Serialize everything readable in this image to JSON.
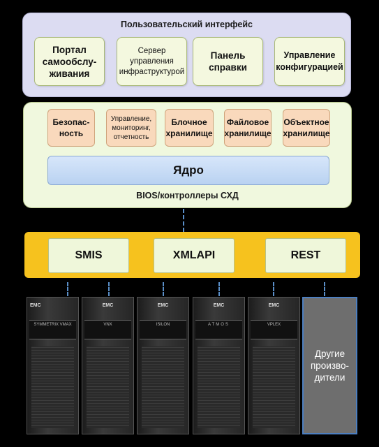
{
  "ui_layer": {
    "title": "Пользовательский интерфейс",
    "items": [
      {
        "line1": "Портал",
        "line2": "самообслу-",
        "line3": "живания"
      },
      {
        "line1": "Сервер",
        "line2": "управления",
        "line3": "инфраструктурой"
      },
      {
        "line1": "Панель",
        "line2": "справки",
        "line3": ""
      },
      {
        "line1": "Управление",
        "line2": "конфигурацией",
        "line3": ""
      }
    ]
  },
  "core_layer": {
    "services": [
      {
        "line1": "Безопас-",
        "line2": "ность",
        "line3": ""
      },
      {
        "line1": "Управление,",
        "line2": "мониторинг,",
        "line3": "отчетность"
      },
      {
        "line1": "Блочное",
        "line2": "хранилище",
        "line3": ""
      },
      {
        "line1": "Файловое",
        "line2": "хранилище",
        "line3": ""
      },
      {
        "line1": "Объектное",
        "line2": "хранилище",
        "line3": ""
      }
    ],
    "kernel": "Ядро",
    "bios": "BIOS/контроллеры СХД"
  },
  "api_layer": {
    "items": [
      "SMIS",
      "XMLAPI",
      "REST"
    ]
  },
  "hardware": {
    "racks": [
      {
        "brand": "EMC",
        "model": "SYMMETRIX VMAX"
      },
      {
        "brand": "EMC",
        "model": "VNX"
      },
      {
        "brand": "EMC",
        "model": "ISILON"
      },
      {
        "brand": "EMC",
        "model": "ATMOS"
      },
      {
        "brand": "EMC",
        "model": "VPLEX"
      }
    ],
    "other_line1": "Другие",
    "other_line2": "произво-",
    "other_line3": "дители"
  },
  "colors": {
    "ui_layer_bg": "#dcdcf2",
    "core_layer_bg": "#f0f8de",
    "service_bg": "#f9d9bc",
    "kernel_bg": "#c8dcf5",
    "api_layer_bg": "#f6c21e",
    "connector": "#5a8fc8"
  }
}
